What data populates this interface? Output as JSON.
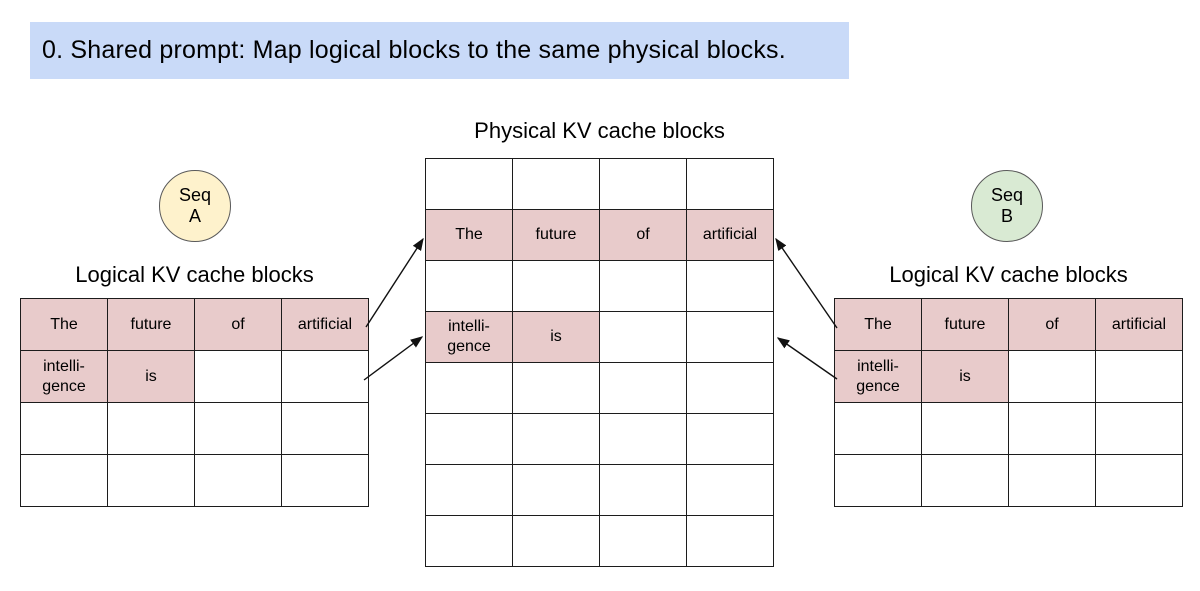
{
  "banner": {
    "text": "0. Shared prompt: Map logical blocks to the same physical blocks."
  },
  "colors": {
    "banner_bg": "#c9daf8",
    "highlight_cell": "#e8cbcb",
    "seq_a_fill": "#fef2cc",
    "seq_b_fill": "#d9ead3",
    "table_border": "#1c1c1c"
  },
  "physical": {
    "title": "Physical KV cache blocks",
    "rows": [
      {
        "cells": [
          "",
          "",
          "",
          ""
        ],
        "cls": [
          "",
          "",
          "",
          ""
        ]
      },
      {
        "cells": [
          "The",
          "future",
          "of",
          "artificial"
        ],
        "cls": [
          "hl",
          "hl",
          "hl",
          "hl"
        ]
      },
      {
        "cells": [
          "",
          "",
          "",
          ""
        ],
        "cls": [
          "",
          "",
          "",
          ""
        ]
      },
      {
        "cells": [
          "intelli-\ngence",
          "is",
          "",
          ""
        ],
        "cls": [
          "hl",
          "hl",
          "",
          ""
        ]
      },
      {
        "cells": [
          "",
          "",
          "",
          ""
        ],
        "cls": [
          "",
          "",
          "",
          ""
        ]
      },
      {
        "cells": [
          "",
          "",
          "",
          ""
        ],
        "cls": [
          "",
          "",
          "",
          ""
        ]
      },
      {
        "cells": [
          "",
          "",
          "",
          ""
        ],
        "cls": [
          "",
          "",
          "",
          ""
        ]
      },
      {
        "cells": [
          "",
          "",
          "",
          ""
        ],
        "cls": [
          "",
          "",
          "",
          ""
        ]
      }
    ]
  },
  "seq_a": {
    "line1": "Seq",
    "line2": "A"
  },
  "seq_b": {
    "line1": "Seq",
    "line2": "B"
  },
  "logical_a": {
    "title": "Logical KV cache blocks",
    "rows": [
      {
        "cells": [
          "The",
          "future",
          "of",
          "artificial"
        ],
        "cls": [
          "hl",
          "hl",
          "hl",
          "hl"
        ]
      },
      {
        "cells": [
          "intelli-\ngence",
          "is",
          "",
          ""
        ],
        "cls": [
          "hl",
          "hl",
          "",
          ""
        ]
      },
      {
        "cells": [
          "",
          "",
          "",
          ""
        ],
        "cls": [
          "",
          "",
          "",
          ""
        ]
      },
      {
        "cells": [
          "",
          "",
          "",
          ""
        ],
        "cls": [
          "",
          "",
          "",
          ""
        ]
      }
    ]
  },
  "logical_b": {
    "title": "Logical KV cache blocks",
    "rows": [
      {
        "cells": [
          "The",
          "future",
          "of",
          "artificial"
        ],
        "cls": [
          "hl",
          "hl",
          "hl",
          "hl"
        ]
      },
      {
        "cells": [
          "intelli-\ngence",
          "is",
          "",
          ""
        ],
        "cls": [
          "hl",
          "hl",
          "",
          ""
        ]
      },
      {
        "cells": [
          "",
          "",
          "",
          ""
        ],
        "cls": [
          "",
          "",
          "",
          ""
        ]
      },
      {
        "cells": [
          "",
          "",
          "",
          ""
        ],
        "cls": [
          "",
          "",
          "",
          ""
        ]
      }
    ]
  }
}
